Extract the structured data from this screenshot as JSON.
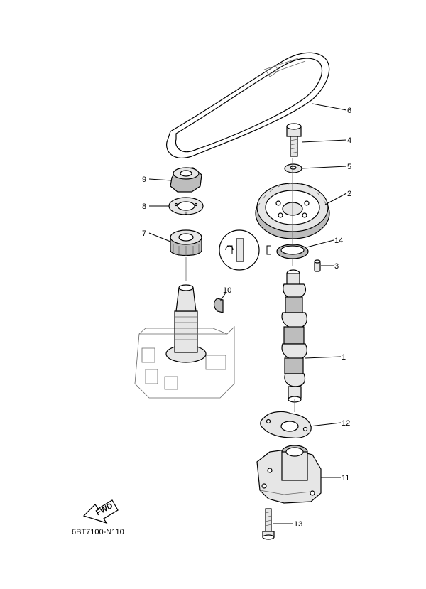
{
  "diagram_code": "6BT7100-N110",
  "fwd_label": "FWD",
  "callouts": {
    "c1": "1",
    "c2": "2",
    "c3": "3",
    "c4": "4",
    "c5": "5",
    "c6": "6",
    "c7": "7",
    "c8": "8",
    "c9": "9",
    "c10": "10",
    "c11": "11",
    "c12": "12",
    "c13": "13",
    "c14": "14"
  }
}
